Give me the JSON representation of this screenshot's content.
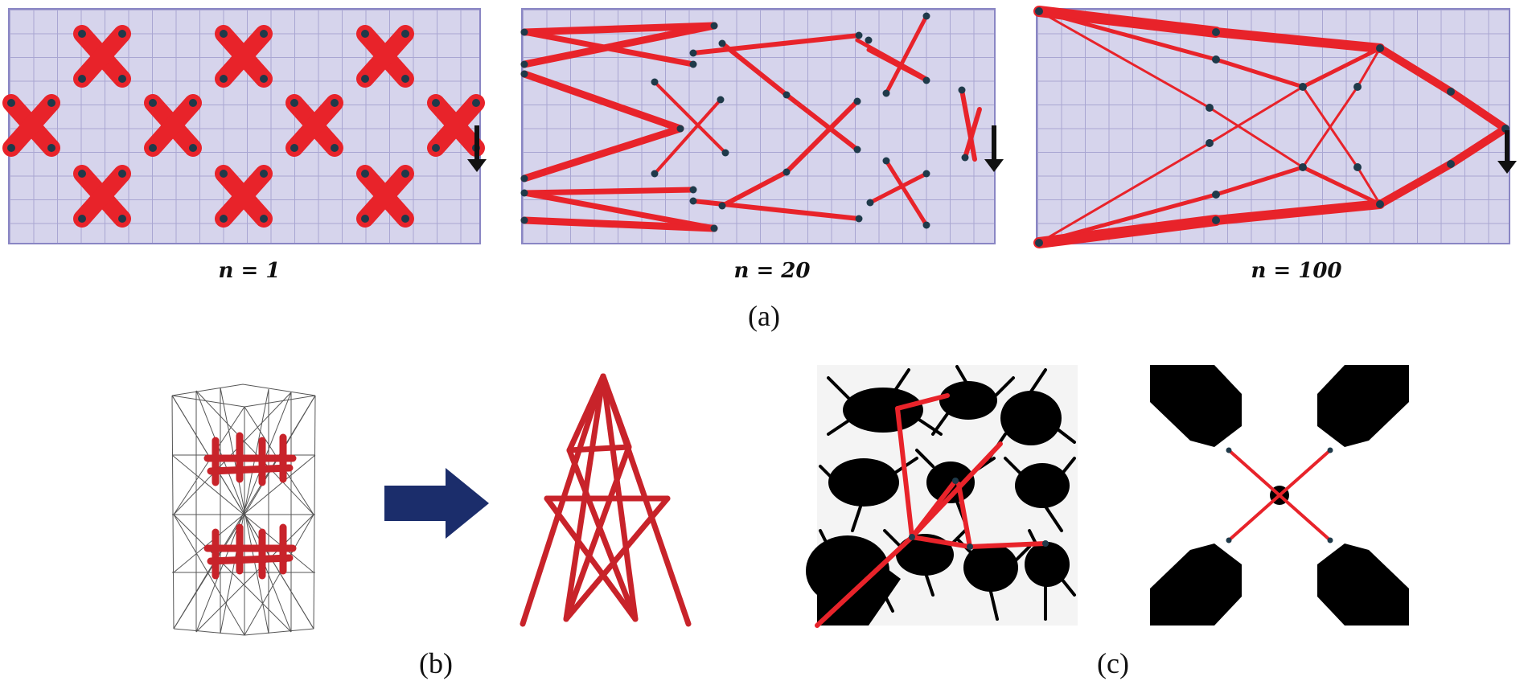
{
  "panel_a": {
    "labels": [
      "n = 1",
      "n = 20",
      "n = 100"
    ],
    "caption": "(a)"
  },
  "panel_b": {
    "caption": "(b)"
  },
  "panel_c": {
    "caption": "(c)"
  },
  "colors": {
    "member": "#e8232a",
    "node": "#1f3a4a",
    "grid_bg": "#d6d4ec",
    "grid_line": "#a9a6d2",
    "arrow": "#1b2d6b",
    "material": "#000000"
  }
}
